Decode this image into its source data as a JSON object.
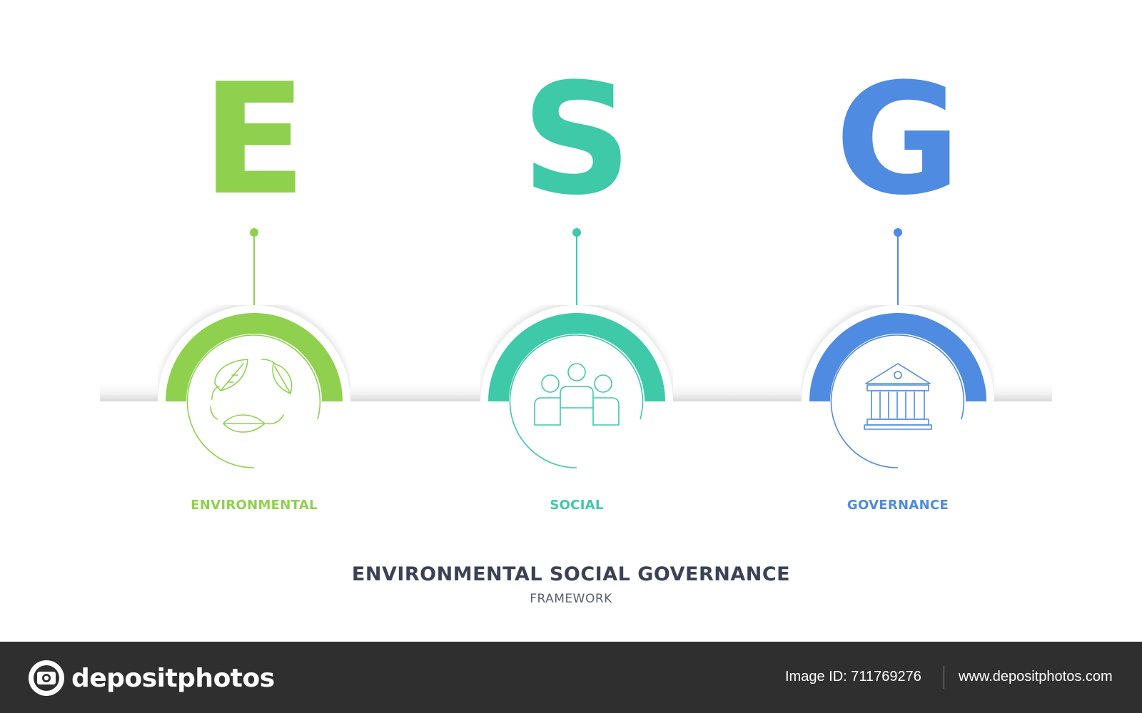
{
  "colors": {
    "environmental": "#8fd14f",
    "social": "#3ec9a8",
    "governance": "#4f8be0",
    "title": "#3b4256",
    "footer_bg": "#2f2f2f"
  },
  "pillars": [
    {
      "letter": "E",
      "label": "ENVIRONMENTAL",
      "icon": "recycle-leaves-icon"
    },
    {
      "letter": "S",
      "label": "SOCIAL",
      "icon": "people-group-icon"
    },
    {
      "letter": "G",
      "label": "GOVERNANCE",
      "icon": "government-building-icon"
    }
  ],
  "title": "ENVIRONMENTAL SOCIAL GOVERNANCE",
  "subtitle": "FRAMEWORK",
  "footer": {
    "brand": "depositphotos",
    "brand_icon": "camera-logo-icon",
    "image_id": "Image ID: 711769276",
    "site": "www.depositphotos.com"
  }
}
